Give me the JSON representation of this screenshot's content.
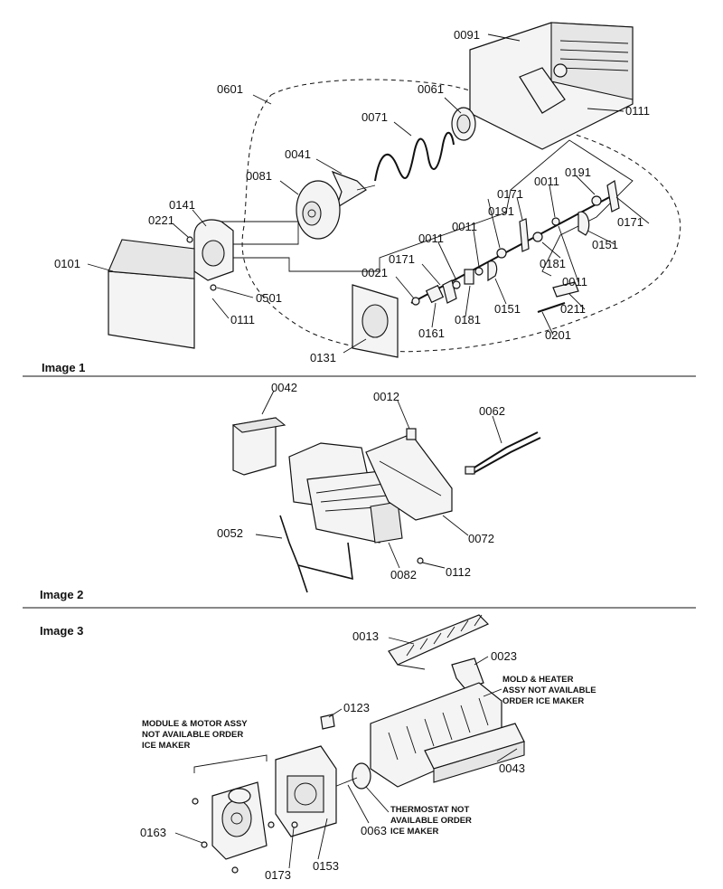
{
  "panels": [
    {
      "title": "Image 1",
      "labels": [
        "0091",
        "0601",
        "0061",
        "0111",
        "0071",
        "0041",
        "0081",
        "0141",
        "0221",
        "0101",
        "0501",
        "0111",
        "0131",
        "0021",
        "0161",
        "0171",
        "0011",
        "0181",
        "0151",
        "0191",
        "0171",
        "0011",
        "0191",
        "0171",
        "0011",
        "0181",
        "0011",
        "0151",
        "0171",
        "0211",
        "0201"
      ]
    },
    {
      "title": "Image 2",
      "labels": [
        "0042",
        "0012",
        "0062",
        "0052",
        "0082",
        "0072",
        "0112"
      ]
    },
    {
      "title": "Image 3",
      "labels": [
        "0013",
        "0023",
        "0123",
        "0043",
        "0163",
        "0173",
        "0153",
        "0063"
      ],
      "notes": {
        "module": [
          "MODULE & MOTOR ASSY",
          "NOT AVAILABLE ORDER",
          "ICE MAKER"
        ],
        "mold": [
          "MOLD & HEATER",
          "ASSY NOT AVAILABLE",
          "ORDER ICE MAKER"
        ],
        "thermostat": [
          "THERMOSTAT NOT",
          "AVAILABLE ORDER",
          "ICE MAKER"
        ]
      }
    }
  ],
  "icons": [
    "screw-icon",
    "gear-icon",
    "spring-icon"
  ]
}
